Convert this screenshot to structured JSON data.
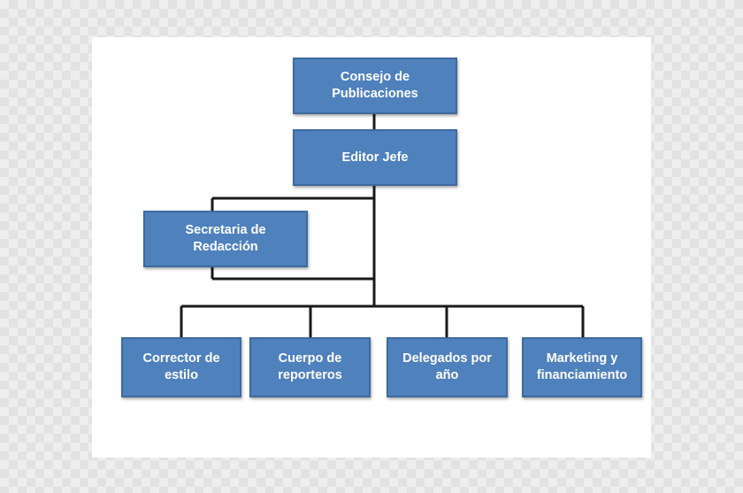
{
  "org_chart": {
    "top": "Consejo de\nPublicaciones",
    "chief": "Editor Jefe",
    "staff": "Secretaria de\nRedacción",
    "departments": [
      "Corrector de\nestilo",
      "Cuerpo de\nreporteros",
      "Delegados por\naño",
      "Marketing y\nfinanciamiento"
    ]
  },
  "colors": {
    "box_fill": "#4f81bd",
    "box_border": "#3e6a9e",
    "connector": "#1a1a1a"
  }
}
